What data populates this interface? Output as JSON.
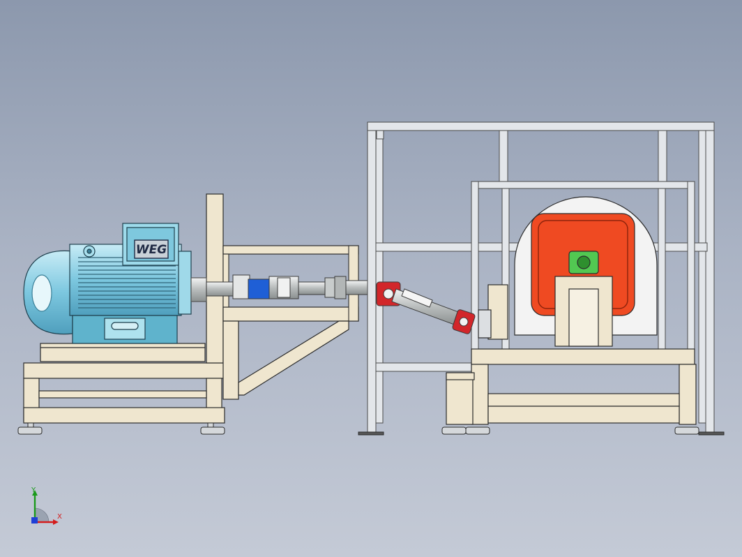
{
  "motor": {
    "brand_label": "WEG",
    "body_color": "#8ed3e6",
    "plate_color": "#c9d1d8"
  },
  "colors": {
    "background_top": "#8c98ad",
    "background_bottom": "#c4cad6",
    "frame_tan": "#efe6cf",
    "aluminum_profile": "#e3e6ea",
    "dyno_housing": "#ef4a22",
    "bearing_block": "#52c852",
    "coupling_blue": "#1f5fd6",
    "cardan_red": "#d2262a"
  },
  "triad": {
    "x_label": "X",
    "y_label": "Y"
  }
}
